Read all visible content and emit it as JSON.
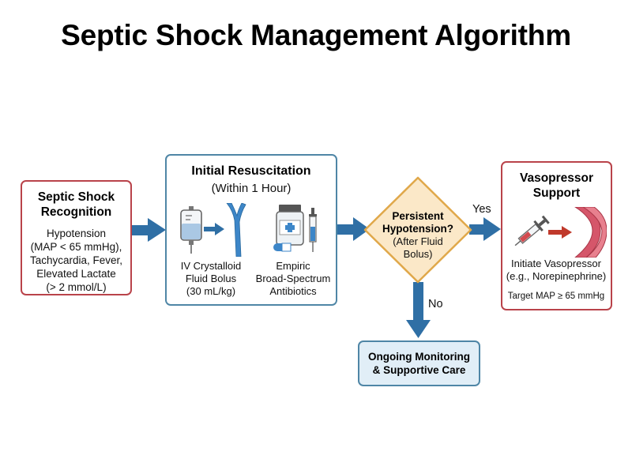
{
  "title": "Septic Shock Management Algorithm",
  "recognition": {
    "heading_line1": "Septic Shock",
    "heading_line2": "Recognition",
    "lines": [
      "Hypotension",
      "(MAP < 65 mmHg),",
      "Tachycardia, Fever,",
      "Elevated Lactate",
      "(> 2 mmol/L)"
    ]
  },
  "resuscitation": {
    "heading": "Initial Resuscitation",
    "subheading": "(Within 1 Hour)",
    "fluid": {
      "icon": "iv-bag-icon",
      "lines": [
        "IV Crystalloid",
        "Fluid Bolus",
        "(30 mL/kg)"
      ]
    },
    "antibiotics": {
      "icon": "medication-icon",
      "lines": [
        "Empiric",
        "Broad-Spectrum",
        "Antibiotics"
      ]
    }
  },
  "decision": {
    "line1": "Persistent",
    "line2": "Hypotension?",
    "line3": "(After Fluid",
    "line4": "Bolus)",
    "yes": "Yes",
    "no": "No"
  },
  "vasopressor": {
    "heading_line1": "Vasopressor",
    "heading_line2": "Support",
    "line1": "Initiate Vasopressor",
    "line2": "(e.g., Norepinephrine)",
    "target": "Target MAP ≥ 65 mmHg"
  },
  "monitoring": {
    "line1": "Ongoing Monitoring",
    "line2": "& Supportive Care"
  },
  "colors": {
    "arrow": "#2f6fa5",
    "red_border": "#b9434a",
    "blue_border": "#4f86a6",
    "diamond_fill": "#fbe8c8",
    "diamond_border": "#e0a84a",
    "monitor_fill": "#e1eef7"
  }
}
